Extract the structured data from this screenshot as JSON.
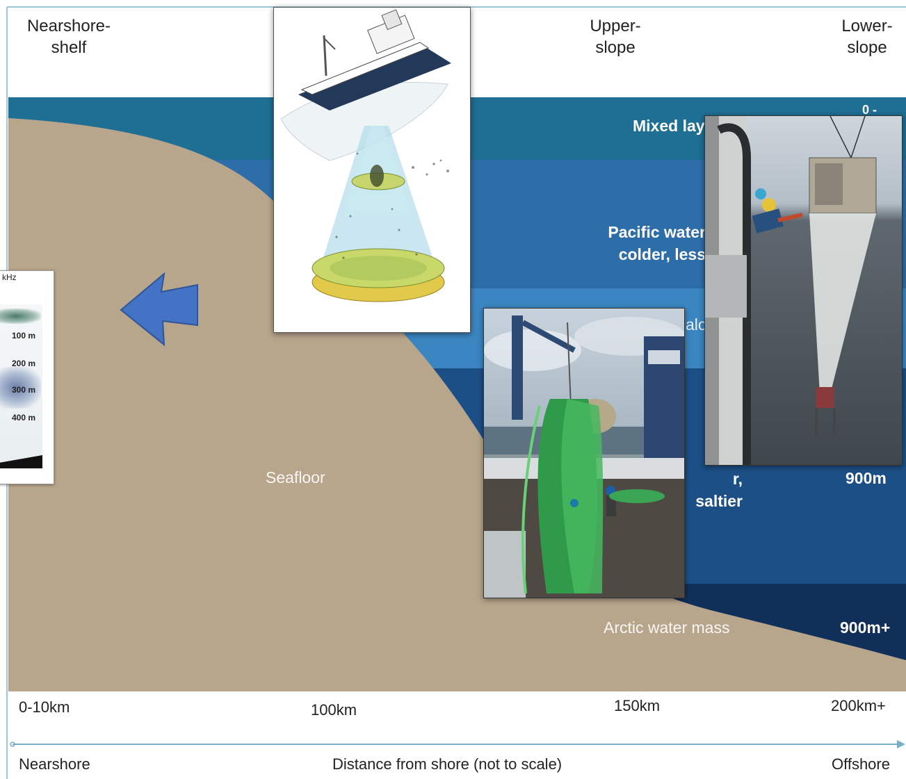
{
  "zones": {
    "nearshore_shelf": "Nearshore-\nshelf",
    "upper_slope": "Upper-\nslope",
    "lower_slope": "Lower-\nslope"
  },
  "water_layers": {
    "mixed_layer": "Mixed lay",
    "pacific_water": "Pacific water\ncolder, less",
    "halocline_fragment": "alo",
    "atlantic_water_fragment": "ter\nr, saltier",
    "arctic_water_mass": "Arctic water mass",
    "seafloor": "Seafloor"
  },
  "depths": {
    "top": "0 -",
    "atlantic_depth": "900m",
    "arctic_depth": "900m+"
  },
  "distances": [
    "0-10km",
    "100km",
    "150km",
    "200km+"
  ],
  "axis": {
    "left": "Nearshore",
    "center": "Distance from shore (not to scale)",
    "right": "Offshore"
  },
  "echogram": {
    "title": "kHz",
    "depth_labels": [
      "100 m",
      "200 m",
      "300 m",
      "400 m"
    ]
  },
  "colors": {
    "water_surface": "#1f6e94",
    "water_mid": "#2d6ea8",
    "water_deep": "#1c4f86",
    "water_bottom": "#10305a",
    "seafloor": "#b8a68c",
    "arrow": "#4472c4",
    "axis_line": "#7aaec8"
  },
  "icons": {
    "arrow": "left-arrow-icon",
    "ship": "ship-illustration",
    "trawl": "trawl-net-photo",
    "net": "plankton-net-photo"
  }
}
